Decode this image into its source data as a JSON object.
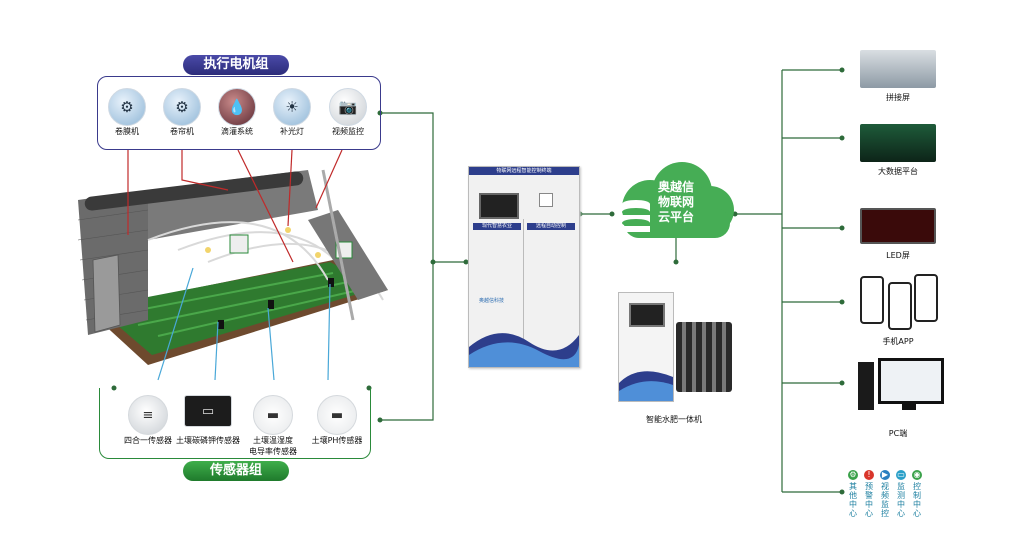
{
  "actuator_group": {
    "title": "执行电机组",
    "items": [
      {
        "label": "卷膜机",
        "icon": "film-roller-icon"
      },
      {
        "label": "卷帘机",
        "icon": "curtain-roller-icon"
      },
      {
        "label": "滴灌系统",
        "icon": "drip-irrigation-icon"
      },
      {
        "label": "补光灯",
        "icon": "grow-light-icon"
      },
      {
        "label": "视频监控",
        "icon": "camera-icon"
      }
    ]
  },
  "sensor_group": {
    "title": "传感器组",
    "items": [
      {
        "label": "四合一传感器",
        "icon": "four-in-one-sensor-icon"
      },
      {
        "label": "土壤碳磷钾传感器",
        "icon": "soil-npk-sensor-icon"
      },
      {
        "label": "土壤温湿度",
        "label2": "电导率传感器",
        "icon": "soil-temp-humidity-sensor-icon"
      },
      {
        "label": "土壤PH传感器",
        "icon": "soil-ph-sensor-icon"
      }
    ]
  },
  "control_cabinet": {
    "header": "物联网远程智能控制终端",
    "panel_left": "现代智慧农业",
    "panel_right": "远程自动控制",
    "brand": "奥越信科技"
  },
  "cloud": {
    "lines": [
      "奥越信",
      "物联网",
      "云平台"
    ]
  },
  "fertigation": {
    "label": "智能水肥一体机"
  },
  "outputs": [
    {
      "label": "拼接屏",
      "icon": "video-wall-icon"
    },
    {
      "label": "大数据平台",
      "icon": "big-data-dashboard-icon"
    },
    {
      "label": "LED屏",
      "icon": "led-screen-icon"
    },
    {
      "label": "手机APP",
      "icon": "mobile-app-icon"
    },
    {
      "label": "PC端",
      "icon": "pc-monitor-icon"
    }
  ],
  "centers": [
    {
      "label": "其他中心",
      "icon": "gear-icon",
      "color": "#3aa14a"
    },
    {
      "label": "预警中心",
      "icon": "alert-icon",
      "color": "#d9362b"
    },
    {
      "label": "视频监控",
      "icon": "video-icon",
      "color": "#2a7fc0"
    },
    {
      "label": "监测中心",
      "icon": "monitor-icon",
      "color": "#2a9fc8"
    },
    {
      "label": "控制中心",
      "icon": "control-icon",
      "color": "#3aa14a"
    }
  ],
  "colors": {
    "line": "#2e6b3a",
    "purple": "#3a3a8c",
    "green": "#2a8a3a",
    "cloud": "#46ad55"
  }
}
